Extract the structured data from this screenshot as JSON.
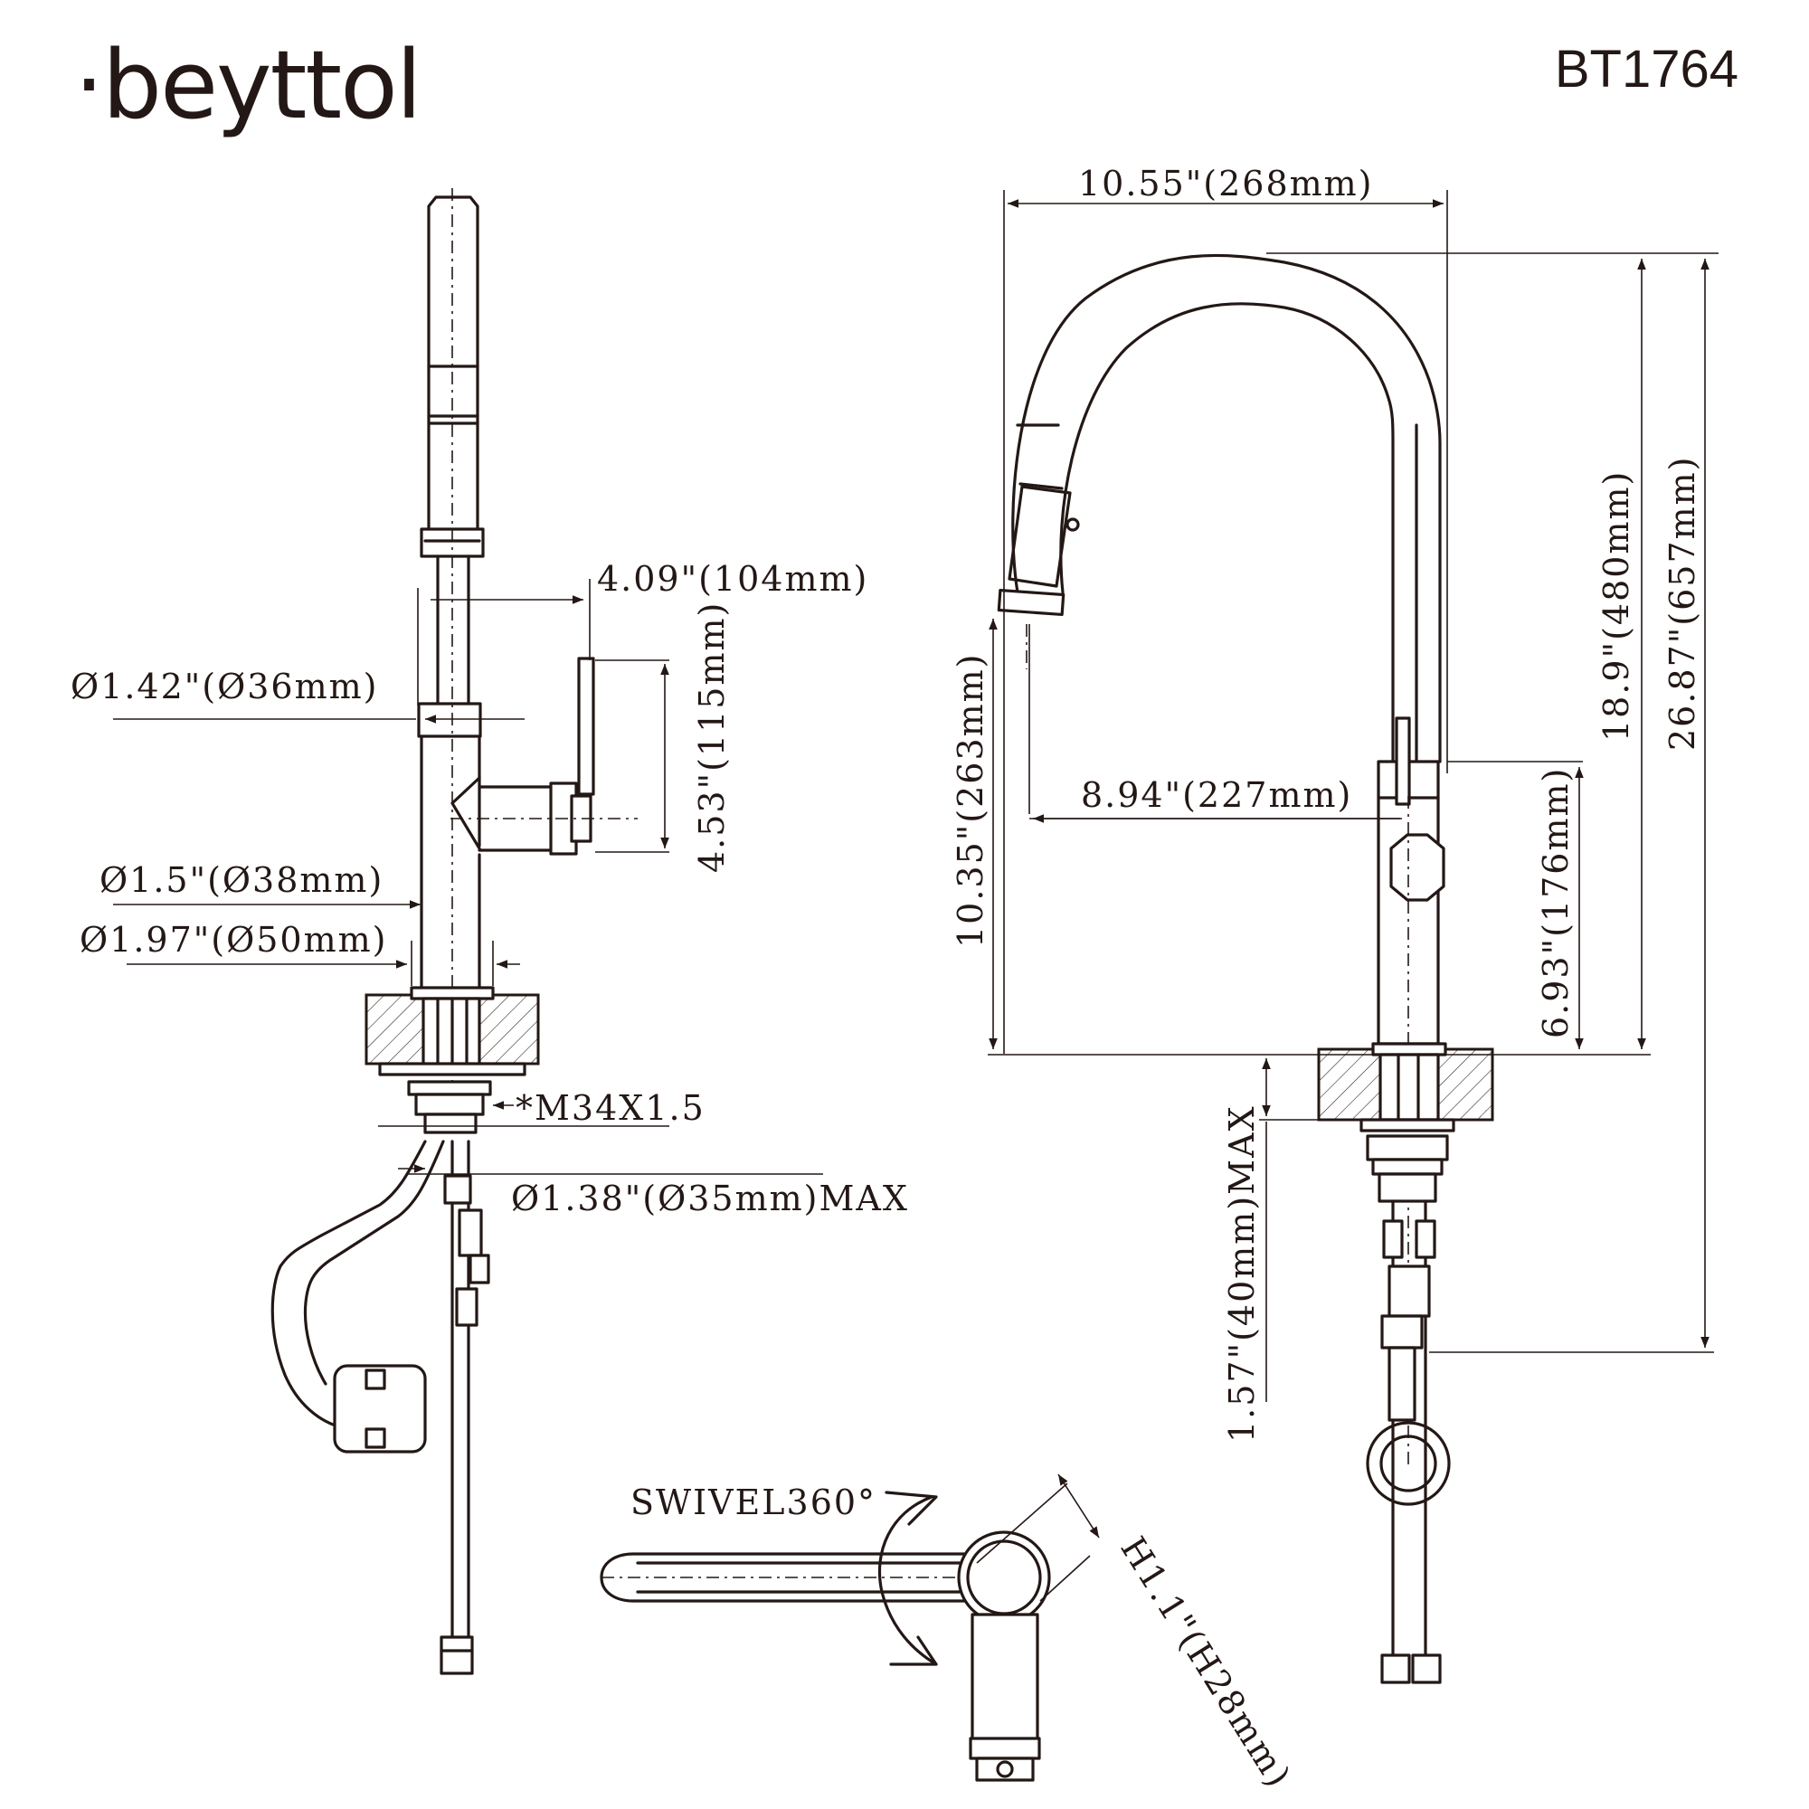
{
  "header": {
    "brand": "·beyttol",
    "model": "BT1764"
  },
  "side_view": {
    "dim_spout_reach": "4.09\"(104mm)",
    "dim_handle_height": "4.53\"(115mm)",
    "dim_dia_upper": "Ø1.42\"(Ø36mm)",
    "dim_dia_body": "Ø1.5\"(Ø38mm)",
    "dim_dia_base": "Ø1.97\"(Ø50mm)",
    "thread": "*M34X1.5",
    "dim_hole_max": "Ø1.38\"(Ø35mm)MAX"
  },
  "front_view": {
    "dim_width": "10.55\"(268mm)",
    "dim_reach": "8.94\"(227mm)",
    "dim_spout_clearance": "10.35\"(263mm)",
    "dim_height": "18.9\"(480mm)",
    "dim_total_height": "26.87\"(657mm)",
    "dim_handle_to_deck": "6.93\"(176mm)",
    "dim_deck_max": "1.57\"(40mm)MAX"
  },
  "top_view": {
    "swivel": "SWIVEL360°",
    "dim_handle": "H1.1\"(H28mm)"
  }
}
